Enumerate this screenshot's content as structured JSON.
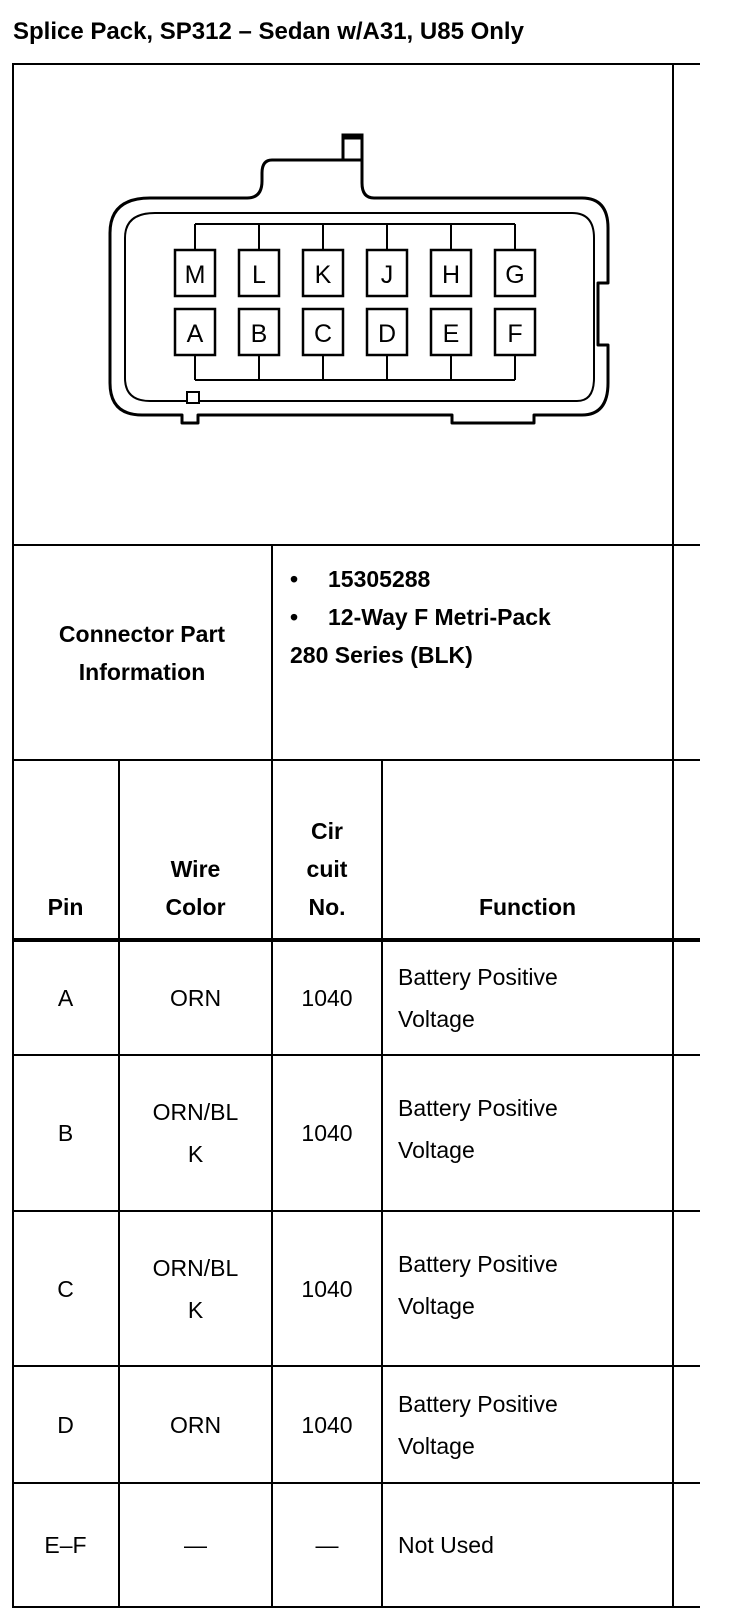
{
  "document": {
    "title": "Splice Pack, SP312 – Sedan w/A31, U85 Only"
  },
  "connector": {
    "pins_top": [
      "M",
      "L",
      "K",
      "J",
      "H",
      "G"
    ],
    "pins_bottom": [
      "A",
      "B",
      "C",
      "D",
      "E",
      "F"
    ]
  },
  "connector_info": {
    "label": "Connector Part Information",
    "bullet": "•",
    "items": [
      "15305288",
      "12-Way F Metri-Pack"
    ],
    "continuation": "280 Series (BLK)"
  },
  "table": {
    "headers": {
      "pin": "Pin",
      "wire_color": "Wire Color",
      "circuit": "Cir cuit No.",
      "function": "Function"
    },
    "rows": [
      {
        "pin": "A",
        "wire_color": "ORN",
        "circuit": "1040",
        "function": "Battery Positive Voltage"
      },
      {
        "pin": "B",
        "wire_color": "ORN/BLK",
        "circuit": "1040",
        "function": "Battery Positive Voltage"
      },
      {
        "pin": "C",
        "wire_color": "ORN/BLK",
        "circuit": "1040",
        "function": "Battery Positive Voltage"
      },
      {
        "pin": "D",
        "wire_color": "ORN",
        "circuit": "1040",
        "function": "Battery Positive Voltage"
      },
      {
        "pin": "E–F",
        "wire_color": "—",
        "circuit": "—",
        "function": "Not Used"
      }
    ]
  }
}
